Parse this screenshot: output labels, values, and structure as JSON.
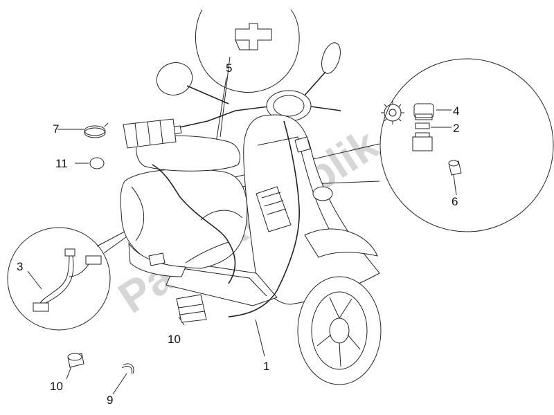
{
  "watermark": "PartsRepublik",
  "callouts": {
    "c1": "1",
    "c2": "2",
    "c3": "3",
    "c4": "4",
    "c5": "5",
    "c6": "6",
    "c7": "7",
    "c9": "9",
    "c10a": "10",
    "c10b": "10",
    "c11": "11"
  }
}
